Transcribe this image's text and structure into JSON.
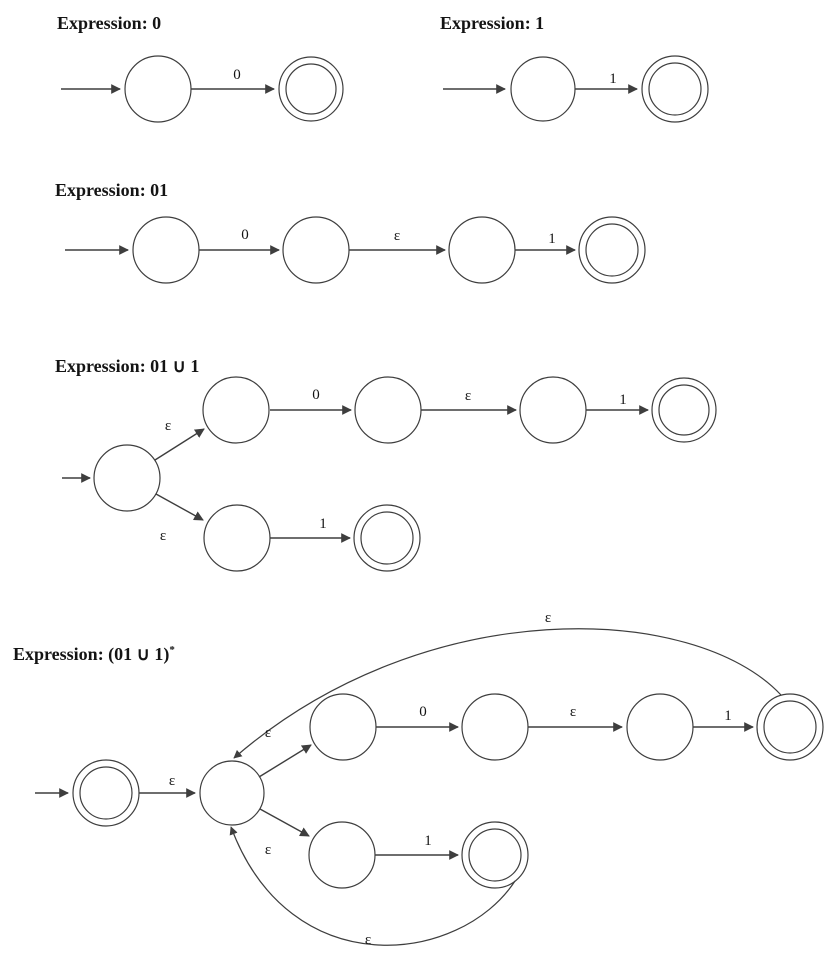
{
  "figure": {
    "background": "#ffffff",
    "stroke_color": "#3e3e3e",
    "text_color": "#141414"
  },
  "sections": [
    {
      "title": "Expression: 0",
      "title_sup": "",
      "states": [
        {
          "id": "s1",
          "start": true,
          "accepting": false
        },
        {
          "id": "s2",
          "start": false,
          "accepting": true
        }
      ],
      "transitions": [
        {
          "from": "s1",
          "to": "s2",
          "label": "0"
        }
      ]
    },
    {
      "title": "Expression: 1",
      "title_sup": "",
      "states": [
        {
          "id": "s1",
          "start": true,
          "accepting": false
        },
        {
          "id": "s2",
          "start": false,
          "accepting": true
        }
      ],
      "transitions": [
        {
          "from": "s1",
          "to": "s2",
          "label": "1"
        }
      ]
    },
    {
      "title": "Expression: 01",
      "title_sup": "",
      "states": [
        {
          "id": "s1",
          "start": true,
          "accepting": false
        },
        {
          "id": "s2",
          "start": false,
          "accepting": false
        },
        {
          "id": "s3",
          "start": false,
          "accepting": false
        },
        {
          "id": "s4",
          "start": false,
          "accepting": true
        }
      ],
      "transitions": [
        {
          "from": "s1",
          "to": "s2",
          "label": "0"
        },
        {
          "from": "s2",
          "to": "s3",
          "label": "ε"
        },
        {
          "from": "s3",
          "to": "s4",
          "label": "1"
        }
      ]
    },
    {
      "title": "Expression: 01 ∪ 1",
      "title_sup": "",
      "states": [
        {
          "id": "s1",
          "start": true,
          "accepting": false
        },
        {
          "id": "s2",
          "start": false,
          "accepting": false
        },
        {
          "id": "s3",
          "start": false,
          "accepting": false
        },
        {
          "id": "s4",
          "start": false,
          "accepting": false
        },
        {
          "id": "s5",
          "start": false,
          "accepting": true
        },
        {
          "id": "s6",
          "start": false,
          "accepting": false
        },
        {
          "id": "s7",
          "start": false,
          "accepting": true
        }
      ],
      "transitions": [
        {
          "from": "s1",
          "to": "s2",
          "label": "ε"
        },
        {
          "from": "s2",
          "to": "s3",
          "label": "0"
        },
        {
          "from": "s3",
          "to": "s4",
          "label": "ε"
        },
        {
          "from": "s4",
          "to": "s5",
          "label": "1"
        },
        {
          "from": "s1",
          "to": "s6",
          "label": "ε"
        },
        {
          "from": "s6",
          "to": "s7",
          "label": "1"
        }
      ]
    },
    {
      "title": "Expression: (01 ∪ 1)",
      "title_sup": "*",
      "states": [
        {
          "id": "s0",
          "start": true,
          "accepting": true
        },
        {
          "id": "s1",
          "start": false,
          "accepting": false
        },
        {
          "id": "s2",
          "start": false,
          "accepting": false
        },
        {
          "id": "s3",
          "start": false,
          "accepting": false
        },
        {
          "id": "s4",
          "start": false,
          "accepting": false
        },
        {
          "id": "s5",
          "start": false,
          "accepting": true
        },
        {
          "id": "s6",
          "start": false,
          "accepting": false
        },
        {
          "id": "s7",
          "start": false,
          "accepting": true
        }
      ],
      "transitions": [
        {
          "from": "s0",
          "to": "s1",
          "label": "ε"
        },
        {
          "from": "s1",
          "to": "s2",
          "label": "ε"
        },
        {
          "from": "s2",
          "to": "s3",
          "label": "0"
        },
        {
          "from": "s3",
          "to": "s4",
          "label": "ε"
        },
        {
          "from": "s4",
          "to": "s5",
          "label": "1"
        },
        {
          "from": "s5",
          "to": "s1",
          "label": "ε"
        },
        {
          "from": "s1",
          "to": "s6",
          "label": "ε"
        },
        {
          "from": "s6",
          "to": "s7",
          "label": "1"
        },
        {
          "from": "s7",
          "to": "s1",
          "label": "ε"
        }
      ]
    }
  ]
}
